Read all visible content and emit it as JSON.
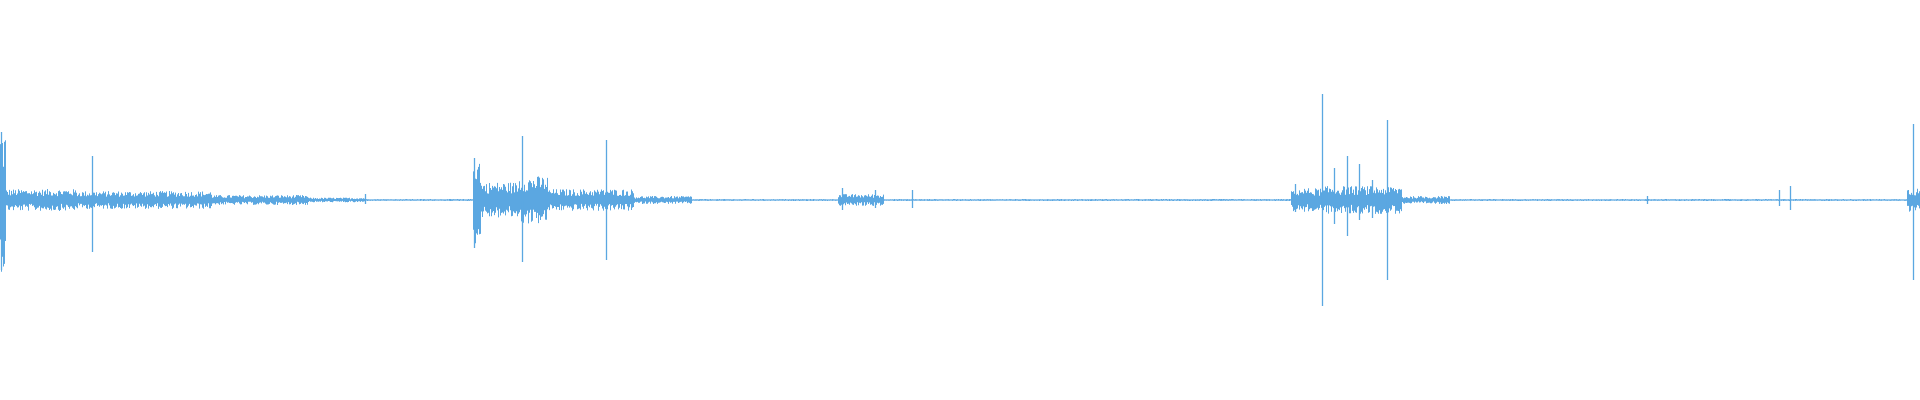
{
  "waveform": {
    "color": "#5ba7e1",
    "background": "#ffffff",
    "baseline_amplitude": 0.005,
    "segments": [
      {
        "start": 0.0,
        "end": 0.003,
        "amp": 0.36,
        "dense": true
      },
      {
        "start": 0.003,
        "end": 0.04,
        "amp": 0.055,
        "dense": true
      },
      {
        "start": 0.04,
        "end": 0.11,
        "amp": 0.045,
        "dense": true
      },
      {
        "start": 0.11,
        "end": 0.16,
        "amp": 0.025,
        "dense": true
      },
      {
        "start": 0.16,
        "end": 0.19,
        "amp": 0.012,
        "dense": true
      },
      {
        "start": 0.246,
        "end": 0.25,
        "amp": 0.22,
        "dense": true
      },
      {
        "start": 0.25,
        "end": 0.27,
        "amp": 0.09,
        "dense": true
      },
      {
        "start": 0.27,
        "end": 0.285,
        "amp": 0.12,
        "dense": true
      },
      {
        "start": 0.285,
        "end": 0.33,
        "amp": 0.055,
        "dense": true
      },
      {
        "start": 0.33,
        "end": 0.36,
        "amp": 0.02,
        "dense": true
      },
      {
        "start": 0.436,
        "end": 0.46,
        "amp": 0.03,
        "dense": true
      },
      {
        "start": 0.672,
        "end": 0.69,
        "amp": 0.06,
        "dense": true
      },
      {
        "start": 0.69,
        "end": 0.73,
        "amp": 0.07,
        "dense": true
      },
      {
        "start": 0.73,
        "end": 0.755,
        "amp": 0.02,
        "dense": true
      },
      {
        "start": 0.993,
        "end": 1.0,
        "amp": 0.06,
        "dense": true
      }
    ],
    "spikes": [
      {
        "pos": 0.0005,
        "up": 0.34,
        "down": 0.35
      },
      {
        "pos": 0.048,
        "up": 0.22,
        "down": 0.26
      },
      {
        "pos": 0.247,
        "up": 0.21,
        "down": 0.24
      },
      {
        "pos": 0.272,
        "up": 0.32,
        "down": 0.31
      },
      {
        "pos": 0.316,
        "up": 0.3,
        "down": 0.3
      },
      {
        "pos": 0.19,
        "up": 0.03,
        "down": 0.02
      },
      {
        "pos": 0.439,
        "up": 0.06,
        "down": 0.05
      },
      {
        "pos": 0.456,
        "up": 0.05,
        "down": 0.04
      },
      {
        "pos": 0.475,
        "up": 0.05,
        "down": 0.04
      },
      {
        "pos": 0.675,
        "up": 0.08,
        "down": 0.06
      },
      {
        "pos": 0.689,
        "up": 0.53,
        "down": 0.53
      },
      {
        "pos": 0.695,
        "up": 0.16,
        "down": 0.12
      },
      {
        "pos": 0.702,
        "up": 0.22,
        "down": 0.18
      },
      {
        "pos": 0.708,
        "up": 0.18,
        "down": 0.1
      },
      {
        "pos": 0.715,
        "up": 0.1,
        "down": 0.09
      },
      {
        "pos": 0.723,
        "up": 0.4,
        "down": 0.4
      },
      {
        "pos": 0.751,
        "up": 0.02,
        "down": 0.02
      },
      {
        "pos": 0.858,
        "up": 0.02,
        "down": 0.02
      },
      {
        "pos": 0.927,
        "up": 0.05,
        "down": 0.03
      },
      {
        "pos": 0.933,
        "up": 0.07,
        "down": 0.05
      },
      {
        "pos": 0.997,
        "up": 0.38,
        "down": 0.4
      }
    ]
  }
}
